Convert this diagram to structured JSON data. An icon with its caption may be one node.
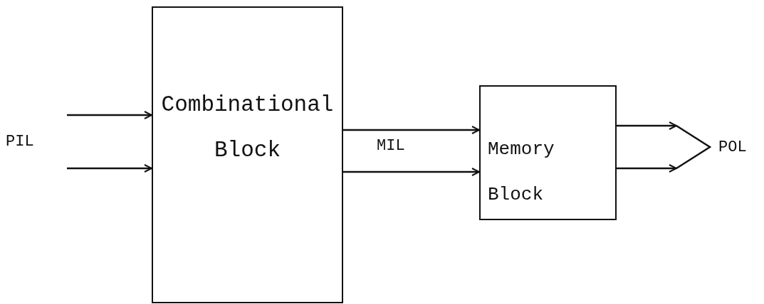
{
  "diagram": {
    "nodes": [
      {
        "text": [
          "PIL"
        ]
      },
      {
        "text": [
          "Combinational Block"
        ]
      },
      {
        "text": [
          "Memory Block"
        ]
      },
      {
        "text": [],
        "shape": "chevron",
        "beside": [
          "POL"
        ]
      }
    ],
    "edges": [
      {
        "from": 0,
        "to": 1,
        "arrow": "to"
      },
      {
        "from": 0,
        "to": 1,
        "arrow": "to"
      },
      {
        "from": 1,
        "to": 2,
        "arrow": "to"
      },
      {
        "from": 1,
        "to": 2,
        "arrow": "to"
      },
      {
        "from": 2,
        "to": 3,
        "arrow": "to"
      },
      {
        "from": 2,
        "to": 3,
        "arrow": "to"
      }
    ],
    "labels": [
      "MIL"
    ]
  }
}
